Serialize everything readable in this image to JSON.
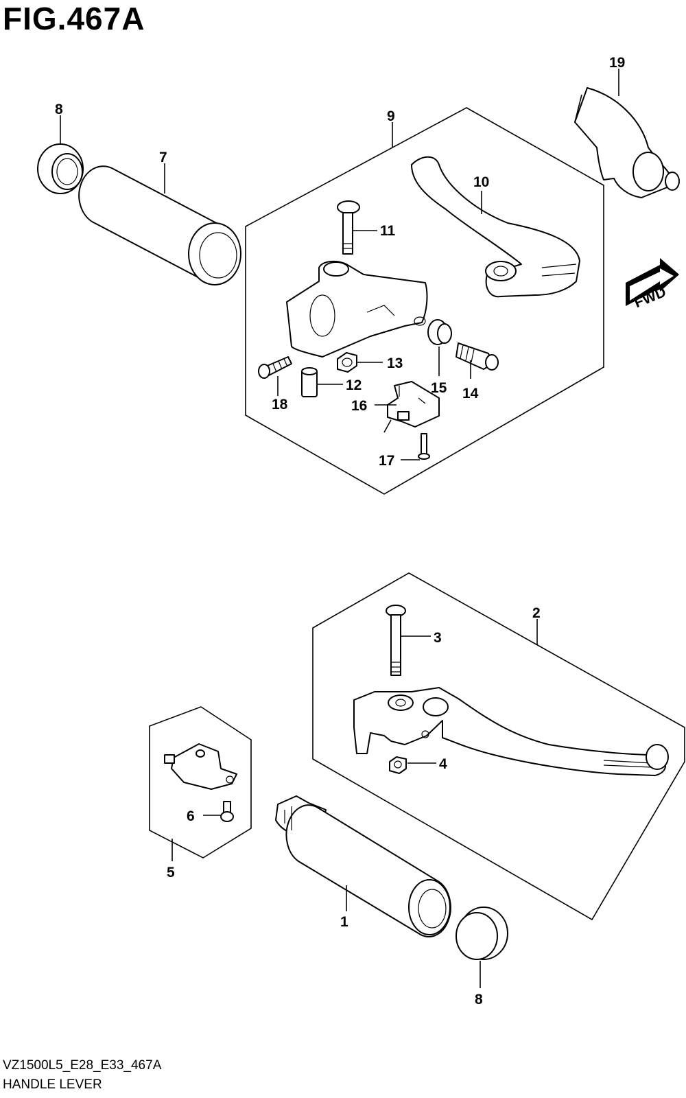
{
  "figure": {
    "title": "FIG.467A",
    "model_code": "VZ1500L5_E28_E33_467A",
    "name": "HANDLE LEVER",
    "fwd_label": "FWD"
  },
  "callouts": [
    "1",
    "2",
    "3",
    "4",
    "5",
    "6",
    "7",
    "8",
    "9",
    "10",
    "11",
    "12",
    "13",
    "14",
    "15",
    "16",
    "17",
    "18",
    "19"
  ]
}
